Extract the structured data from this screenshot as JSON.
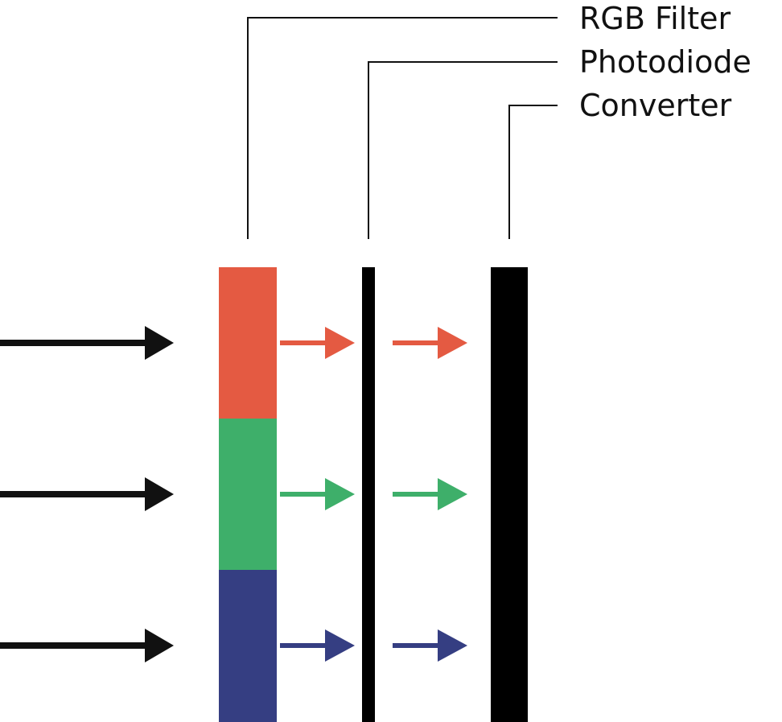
{
  "labels": {
    "rgb_filter": "RGB Filter",
    "photodiode": "Photodiode",
    "converter": "Converter"
  },
  "colors": {
    "red": "#e45a42",
    "green": "#3eaf6a",
    "blue": "#353e82",
    "black": "#000000",
    "incoming_arrow": "#111111"
  }
}
